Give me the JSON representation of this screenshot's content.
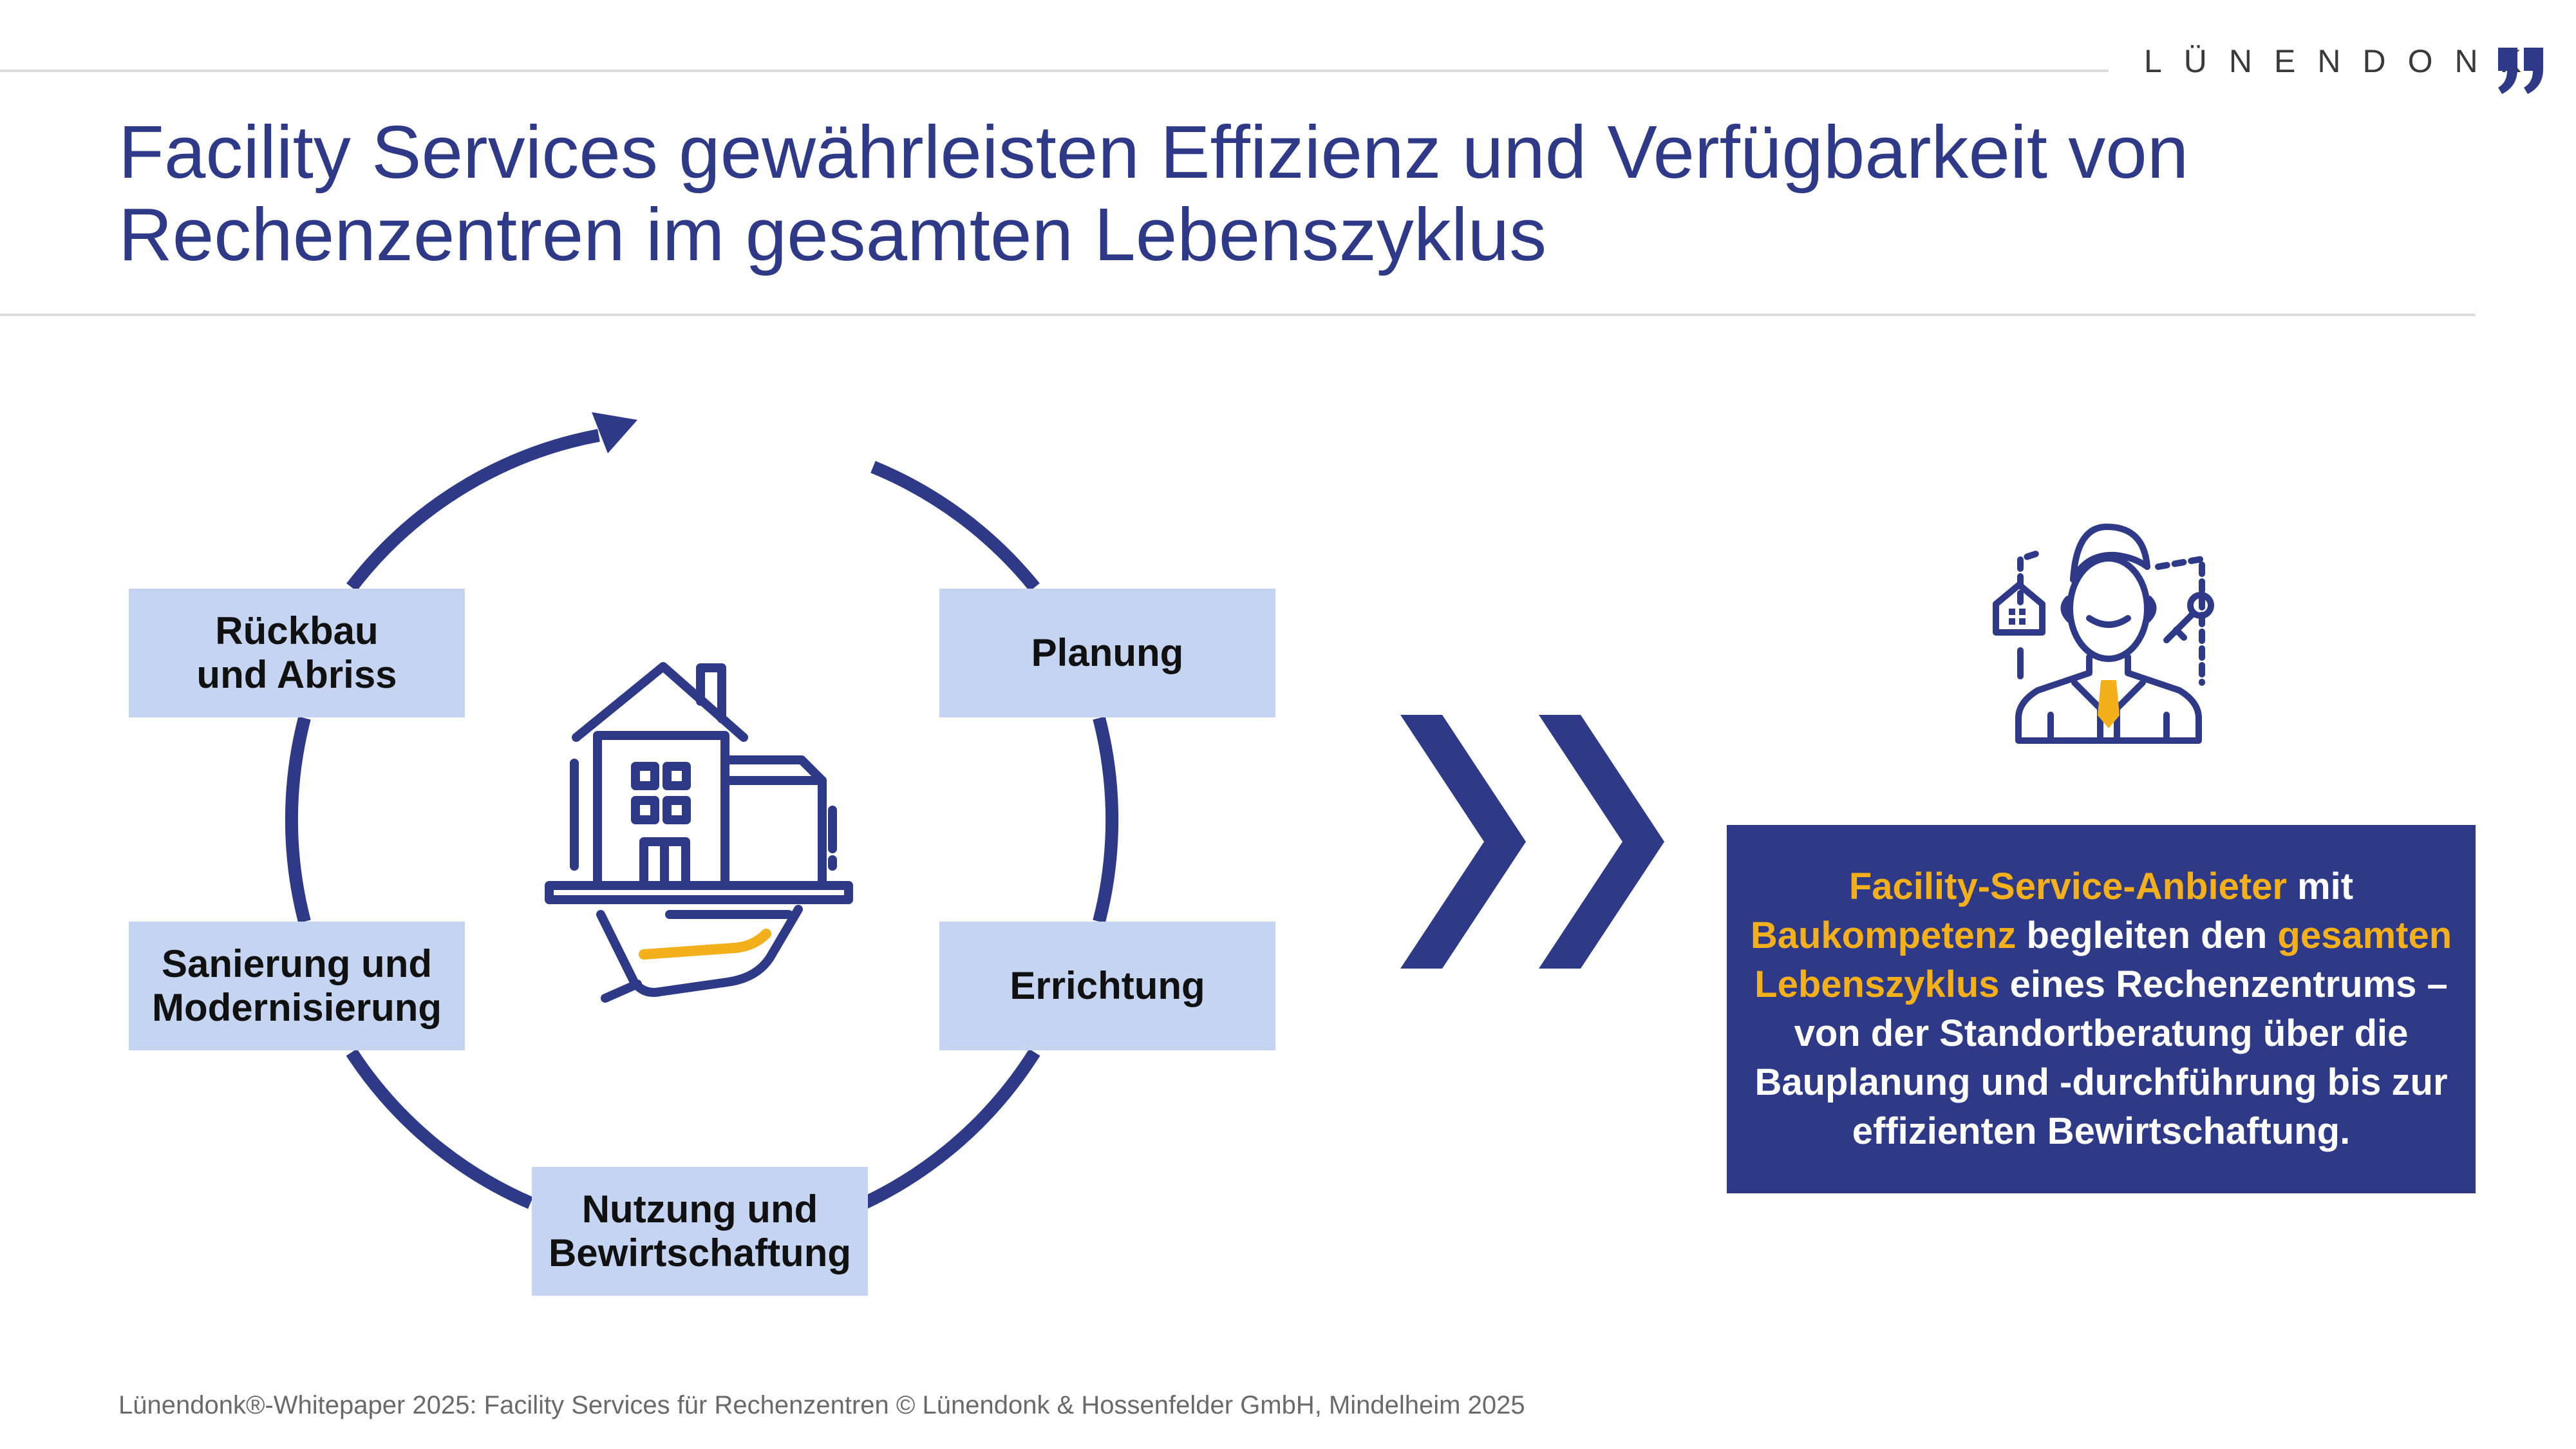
{
  "header": {
    "logo_text": "LÜNENDONK",
    "title_line1": "Facility Services gewährleisten Effizienz und Verfügbarkeit von",
    "title_line2": "Rechenzentren im gesamten Lebenszyklus"
  },
  "cycle": {
    "steps": [
      {
        "label": "Planung"
      },
      {
        "label": "Errichtung"
      },
      {
        "label": "Nutzung und\nBewirtschaftung"
      },
      {
        "label": "Sanierung und\nModernisierung"
      },
      {
        "label": "Rückbau\nund Abriss"
      }
    ],
    "center_icon": "house-on-hand-icon",
    "arrow_icon": "cycle-arrow-icon"
  },
  "chevrons_icon": "double-chevron-right-icon",
  "consultant_icon": "consultant-with-house-and-key-icon",
  "info": {
    "parts": [
      {
        "text": "Facility-Service-Anbieter",
        "highlight": true
      },
      {
        "text": " mit ",
        "highlight": false
      },
      {
        "text": "Baukompetenz",
        "highlight": true
      },
      {
        "text": " begleiten den ",
        "highlight": false
      },
      {
        "text": "gesamten Lebenszyklus",
        "highlight": true
      },
      {
        "text": " eines Rechenzentrums – von der Standortberatung über die Bauplanung und -durchführung bis zur effizienten Bewirtschaftung.",
        "highlight": false
      }
    ]
  },
  "footer": {
    "text": "Lünendonk®-Whitepaper 2025: Facility Services für Rechenzentren © Lünendonk & Hossenfelder GmbH, Mindelheim 2025"
  },
  "colors": {
    "navy": "#2e3a87",
    "box_fill": "#c5d4f1",
    "highlight": "#f3b01b",
    "rule": "#dcdcdc"
  }
}
